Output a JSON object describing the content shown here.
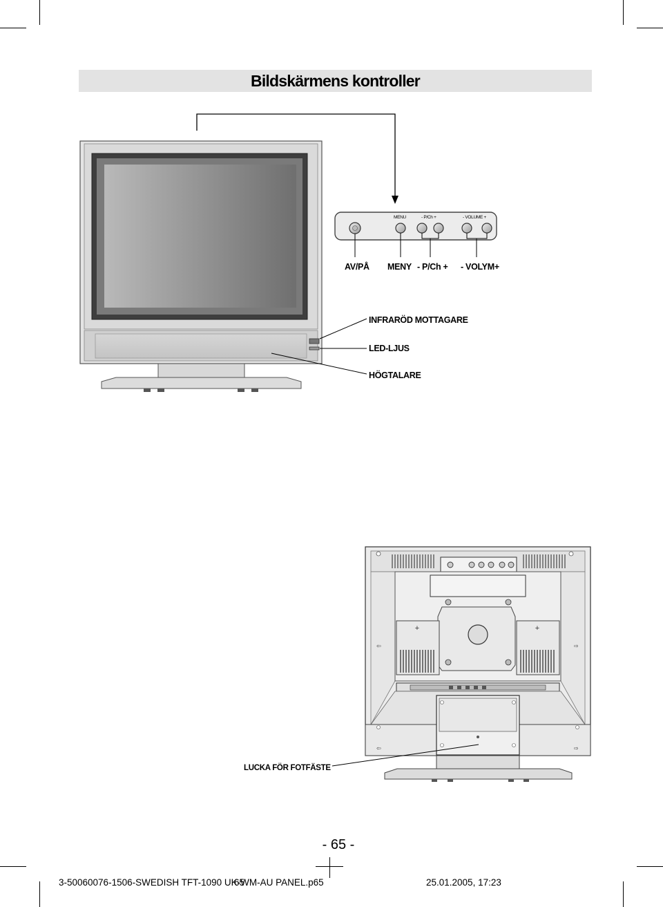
{
  "page": {
    "title": "Bildskärmens kontroller",
    "page_number": "- 65 -",
    "footer_file": "3-50060076-1506-SWEDISH TFT-1090 UK-WM-AU PANEL.p65",
    "footer_page": "65",
    "footer_date": "25.01.2005, 17:23"
  },
  "front": {
    "panel_labels": {
      "menu": "MENU",
      "pch": "- P/Ch +",
      "volume": "- VOLUME +"
    },
    "labels": {
      "power": "AV/PÅ",
      "meny": "MENY",
      "pch": "- P/Ch +",
      "volym": "- VOLYM+",
      "infrared": "INFRARÖD MOTTAGARE",
      "led": "LED-LJUS",
      "speaker": "HÖGTALARE"
    }
  },
  "back": {
    "labels": {
      "stand_cover": "LUCKA FÖR FOTFÄSTE"
    }
  }
}
